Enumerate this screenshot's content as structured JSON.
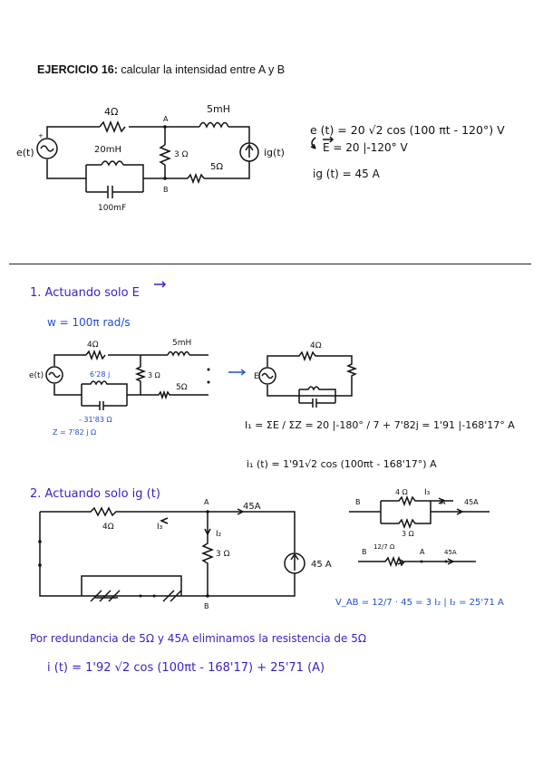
{
  "header": {
    "exercise": "EJERCICIO 16:",
    "task": "calcular la intensidad entre A y B"
  },
  "circuit1": {
    "r_top": "4Ω",
    "l_top": "5mH",
    "node_a": "A",
    "node_b": "B",
    "r_mid": "3 Ω",
    "r_bot": "5Ω",
    "l_par": "20mH",
    "c_par": "100mF",
    "source_e": "e(t)",
    "source_ig": "ig(t)"
  },
  "eqs": {
    "e_t": "e (t) = 20 √2 cos (100 πt - 120°) V",
    "e_phasor": "E = 20 |-120° V",
    "ig_t": "ig (t) = 45 A"
  },
  "part1": {
    "title": "1. Actuando solo E",
    "omega": "w = 100π rad/s",
    "r4": "4Ω",
    "l5": "5mH",
    "j628": "6'28 j",
    "r3": "3 Ω",
    "r5": "5Ω",
    "src": "e(t)",
    "cap_imp": "- 31'83 Ω",
    "z_eq": "Z = 7'82 j Ω",
    "r4b": "4Ω",
    "srcE": "E",
    "i1_phasor": "I₁ = ΣE / ΣZ = 20 |-180° / 7 + 7'82j = 1'91 |-168'17° A",
    "i1_time": "i₁ (t) = 1'91√2 cos (100πt - 168'17°) A"
  },
  "part2": {
    "title": "2. Actuando solo ig (t)",
    "r4": "4Ω",
    "i3": "I₃",
    "node_a": "A",
    "cur45": "45A",
    "i2": "I₂",
    "r3": "3 Ω",
    "src45": "45 A",
    "node_b": "B",
    "side_b": "B",
    "side_r4": "4 Ω",
    "side_i3": "I₃",
    "side_a": "A",
    "side_45": "45A",
    "side_r3": "3 Ω",
    "s2_b": "B",
    "s2_r": "12/7 Ω",
    "s2_a": "A",
    "s2_45": "45A",
    "vab": "V_AB = 12/7 · 45 = 3 I₂ | I₂ = 25'71 A"
  },
  "conclusion": {
    "line1": "Por redundancia de 5Ω y 45A eliminamos la resistencia de 5Ω",
    "line2": "i (t) = 1'92 √2 cos (100πt - 168'17) + 25'71 (A)"
  }
}
